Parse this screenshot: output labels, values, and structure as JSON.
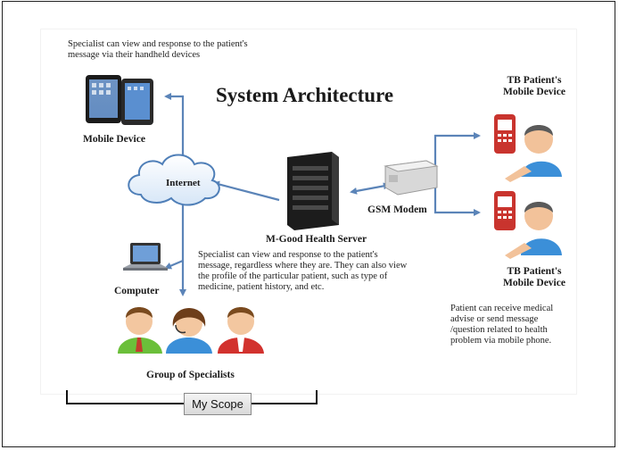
{
  "title": "System Architecture",
  "specialist_handheld_note": "Specialist can view and response to the patient's message via their handheld devices",
  "mobile_device_label": "Mobile Device",
  "internet_label": "Internet",
  "server_label": "M-Good Health Server",
  "gsm_label": "GSM Modem",
  "tb_patient_top": "TB Patient's Mobile Device",
  "tb_patient_bottom": "TB Patient's Mobile Device",
  "computer_label": "Computer",
  "specialist_note": "Specialist can view and response to the patient's message, regardless where they are. They can also view the profile of the particular patient, such as type of medicine, patient history, and etc.",
  "patient_note": "Patient can receive medical advise or send message /question related to health problem via mobile phone.",
  "specialists_label": "Group of Specialists",
  "scope_label": "My Scope",
  "colors": {
    "arrow": "#5b84b8",
    "person_blue": "#3b8fd8",
    "person_green": "#6bbf3a",
    "person_red": "#d2322e"
  }
}
